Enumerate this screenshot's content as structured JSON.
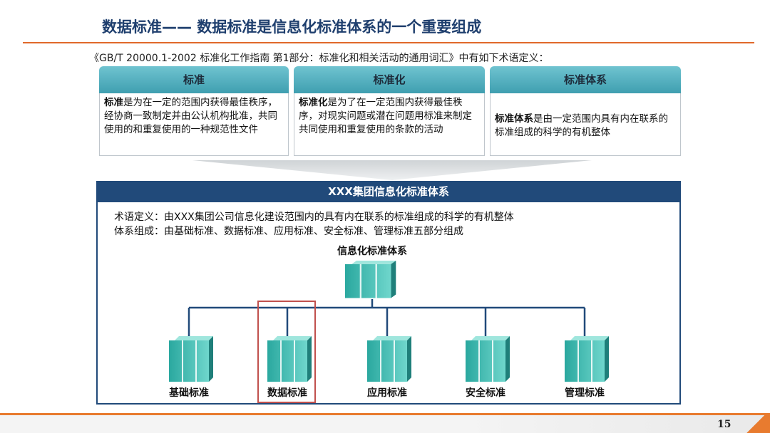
{
  "title": "数据标准—— 数据标准是信息化标准体系的一个重要组成",
  "subtitle": "《GB/T 20000.1-2002 标准化工作指南 第1部分：标准化和相关活动的通用词汇》中有如下术语定义：",
  "cards": [
    {
      "head": "标准",
      "term": "标准",
      "body": "是为在一定的范围内获得最佳秩序，经协商一致制定并由公认机构批准，共同使用的和重复使用的一种规范性文件"
    },
    {
      "head": "标准化",
      "term": "标准化",
      "body": "是为了在一定范围内获得最佳秩序，对现实问题或潜在问题用标准来制定共同使用和重复使用的条款的活动"
    },
    {
      "head": "标准体系",
      "term": "标准体系",
      "body": "是由一定范围内具有内在联系的标准组成的科学的有机整体"
    }
  ],
  "system": {
    "header": "XXX集团信息化标准体系",
    "definition": "术语定义：由XXX集团公司信息化建设范围内的具有内在联系的标准组成的科学的有机整体",
    "composition": "体系组成：由基础标准、数据标准、应用标准、安全标准、管理标准五部分组成",
    "root": "信息化标准体系",
    "leaves": [
      "基础标准",
      "数据标准",
      "应用标准",
      "安全标准",
      "管理标准"
    ],
    "highlighted": "数据标准"
  },
  "colors": {
    "title": "#1f3f6e",
    "accent": "#e0692a",
    "card_head": "#4fb0bf",
    "system_head": "#214a7a",
    "highlight": "#c0504d",
    "binder": "#3fb8b0"
  },
  "page_number": "15"
}
